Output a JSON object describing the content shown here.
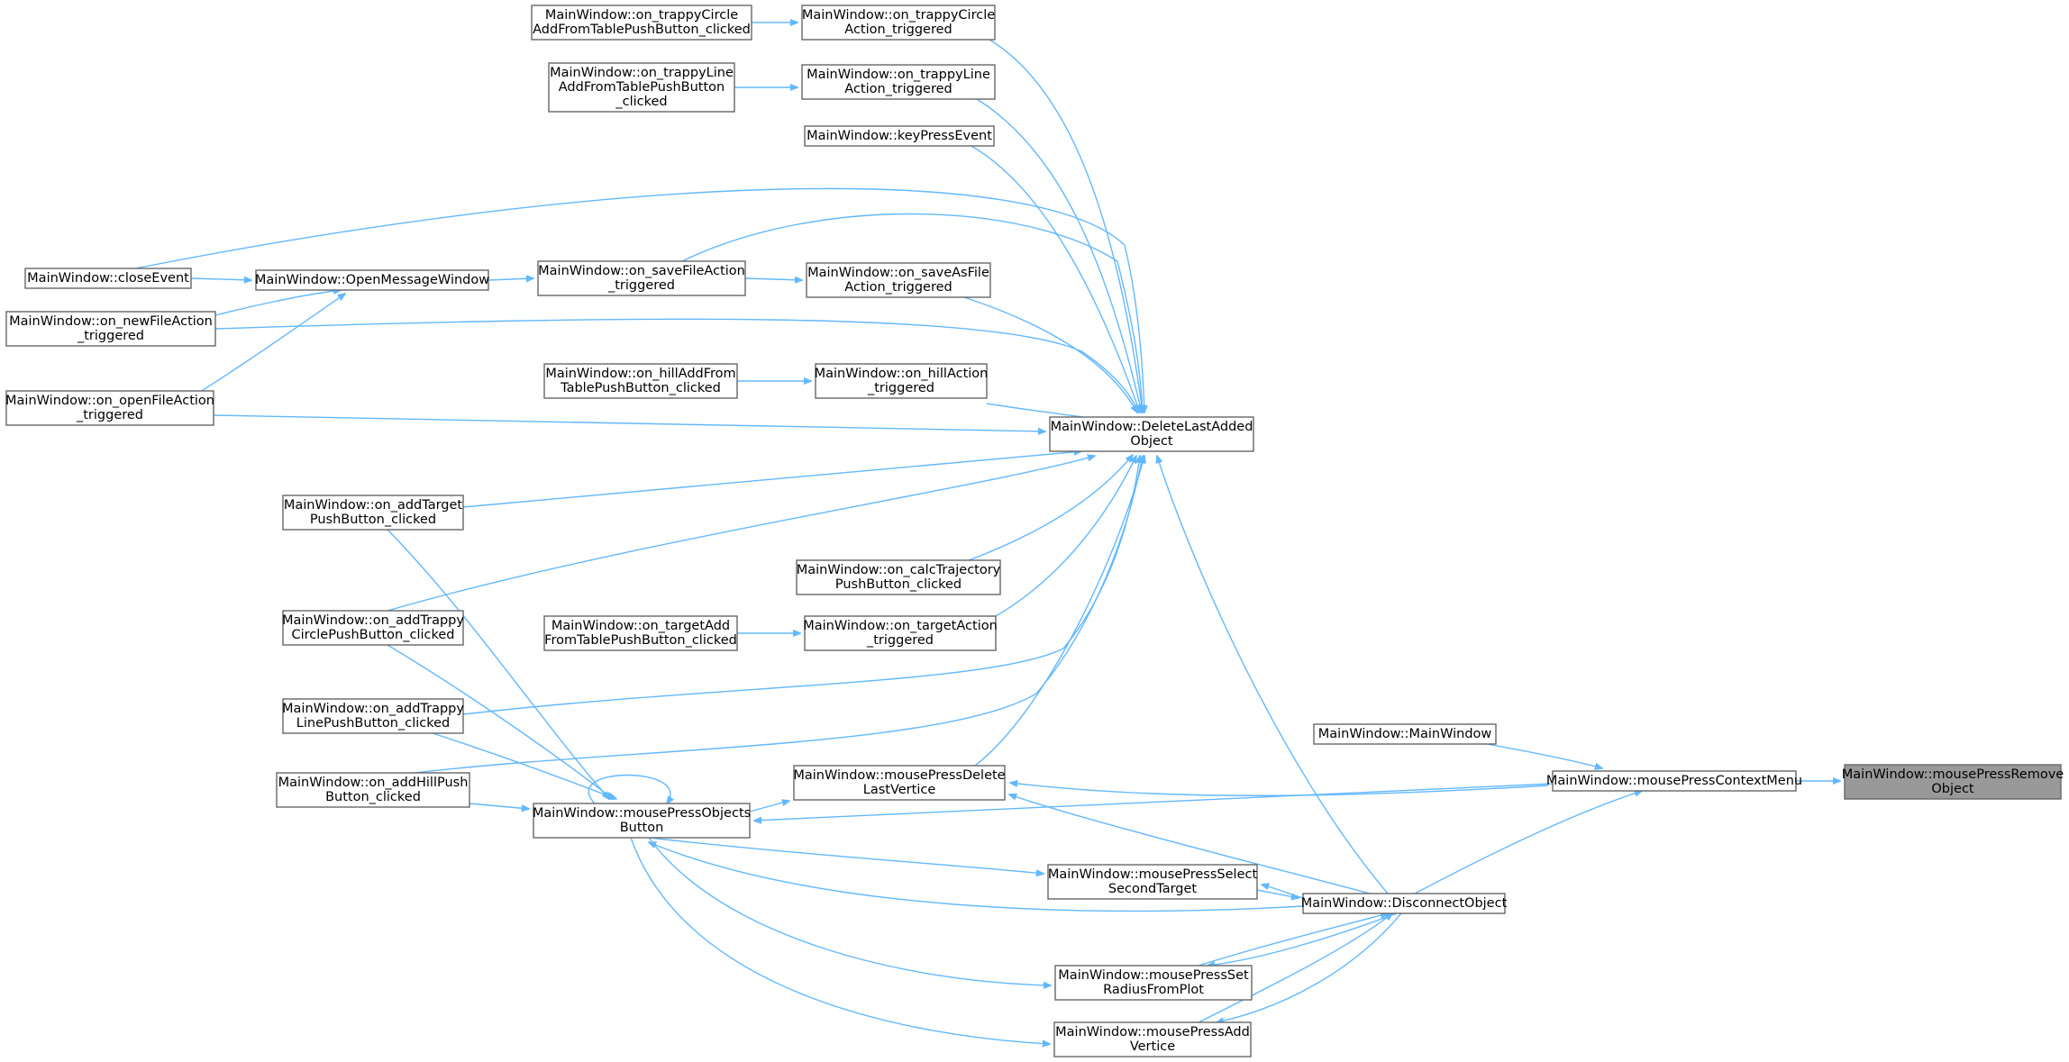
{
  "colors": {
    "edge": "#63b8ff",
    "node_border": "#666666",
    "focus_fill": "#999999",
    "background": "#ffffff"
  },
  "nodes": {
    "trappyCircleAdd": [
      "MainWindow::on_trappyCircle",
      "AddFromTablePushButton_clicked"
    ],
    "trappyCircleAction": [
      "MainWindow::on_trappyCircle",
      "Action_triggered"
    ],
    "trappyLineAdd": [
      "MainWindow::on_trappyLine",
      "AddFromTablePushButton",
      "_clicked"
    ],
    "trappyLineAction": [
      "MainWindow::on_trappyLine",
      "Action_triggered"
    ],
    "keyPress": [
      "MainWindow::keyPressEvent"
    ],
    "closeEvent": [
      "MainWindow::closeEvent"
    ],
    "openMessage": [
      "MainWindow::OpenMessageWindow"
    ],
    "saveFile": [
      "MainWindow::on_saveFileAction",
      "_triggered"
    ],
    "saveAsFile": [
      "MainWindow::on_saveAsFile",
      "Action_triggered"
    ],
    "newFile": [
      "MainWindow::on_newFileAction",
      "_triggered"
    ],
    "hillAdd": [
      "MainWindow::on_hillAddFrom",
      "TablePushButton_clicked"
    ],
    "hillAction": [
      "MainWindow::on_hillAction",
      "_triggered"
    ],
    "openFile": [
      "MainWindow::on_openFileAction",
      "_triggered"
    ],
    "deleteLast": [
      "MainWindow::DeleteLastAdded",
      "Object"
    ],
    "addTarget": [
      "MainWindow::on_addTarget",
      "PushButton_clicked"
    ],
    "calcTraj": [
      "MainWindow::on_calcTrajectory",
      "PushButton_clicked"
    ],
    "addTrappyCircle": [
      "MainWindow::on_addTrappy",
      "CirclePushButton_clicked"
    ],
    "targetAdd": [
      "MainWindow::on_targetAdd",
      "FromTablePushButton_clicked"
    ],
    "targetAction": [
      "MainWindow::on_targetAction",
      "_triggered"
    ],
    "addTrappyLine": [
      "MainWindow::on_addTrappy",
      "LinePushButton_clicked"
    ],
    "mainWindow": [
      "MainWindow::MainWindow"
    ],
    "addHill": [
      "MainWindow::on_addHillPush",
      "Button_clicked"
    ],
    "pressDeleteVertice": [
      "MainWindow::mousePressDelete",
      "LastVertice"
    ],
    "pressContext": [
      "MainWindow::mousePressContextMenu"
    ],
    "pressRemove": [
      "MainWindow::mousePressRemove",
      "Object"
    ],
    "pressObjects": [
      "MainWindow::mousePressObjects",
      "Button"
    ],
    "pressSelectSecond": [
      "MainWindow::mousePressSelect",
      "SecondTarget"
    ],
    "disconnect": [
      "MainWindow::DisconnectObject"
    ],
    "pressSetRadius": [
      "MainWindow::mousePressSet",
      "RadiusFromPlot"
    ],
    "pressAddVertice": [
      "MainWindow::mousePressAdd",
      "Vertice"
    ]
  }
}
